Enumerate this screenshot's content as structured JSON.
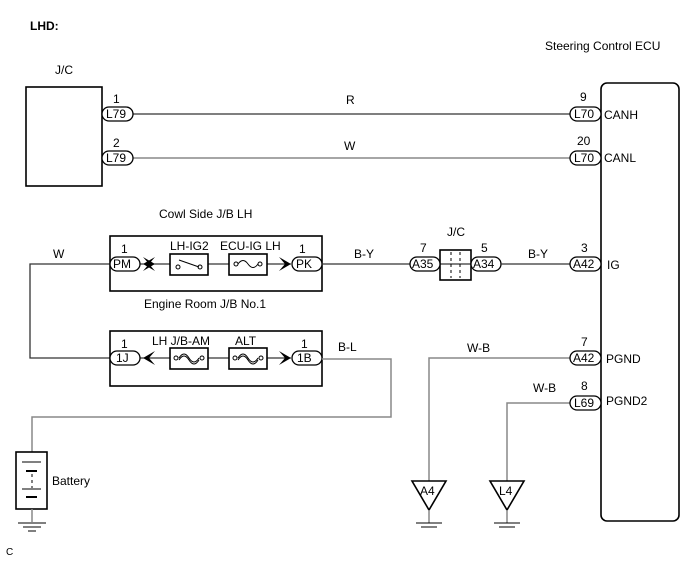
{
  "diagram": {
    "heading": "LHD:",
    "footer_mark": "C",
    "components": {
      "jc_left": {
        "label": "J/C"
      },
      "steering_ecu": {
        "label": "Steering Control ECU"
      },
      "cowl_jb": {
        "label": "Cowl Side J/B LH"
      },
      "engine_jb": {
        "label": "Engine Room J/B No.1"
      },
      "jc_mid": {
        "label": "J/C"
      },
      "battery": {
        "label": "Battery"
      }
    },
    "connectors": {
      "l79_1": {
        "pin": "1",
        "code": "L79"
      },
      "l79_2": {
        "pin": "2",
        "code": "L79"
      },
      "l70_9": {
        "pin": "9",
        "code": "L70",
        "terminal": "CANH"
      },
      "l70_20": {
        "pin": "20",
        "code": "L70",
        "terminal": "CANL"
      },
      "pm": {
        "pin": "1",
        "code": "PM"
      },
      "pk": {
        "pin": "1",
        "code": "PK"
      },
      "a35": {
        "pin": "7",
        "code": "A35"
      },
      "a34": {
        "pin": "5",
        "code": "A34"
      },
      "a42_3": {
        "pin": "3",
        "code": "A42",
        "terminal": "IG"
      },
      "j1": {
        "pin": "1",
        "code": "1J"
      },
      "b1": {
        "pin": "1",
        "code": "1B"
      },
      "a42_7": {
        "pin": "7",
        "code": "A42",
        "terminal": "PGND"
      },
      "l69_8": {
        "pin": "8",
        "code": "L69",
        "terminal": "PGND2"
      }
    },
    "devices": {
      "relay_lh_ig2": "LH-IG2",
      "fuse_ecu_ig_lh": "ECU-IG LH",
      "fusible_lh_jb_am": "LH J/B-AM",
      "fusible_alt": "ALT"
    },
    "wires": {
      "canh": "R",
      "canl": "W",
      "pm_loop": "W",
      "pk_to_jc": "B-Y",
      "jc_to_ecu": "B-Y",
      "b1_to_battery": "B-L",
      "pgnd": "W-B",
      "pgnd2": "W-B"
    },
    "grounds": {
      "a4": "A4",
      "l4": "L4"
    }
  }
}
